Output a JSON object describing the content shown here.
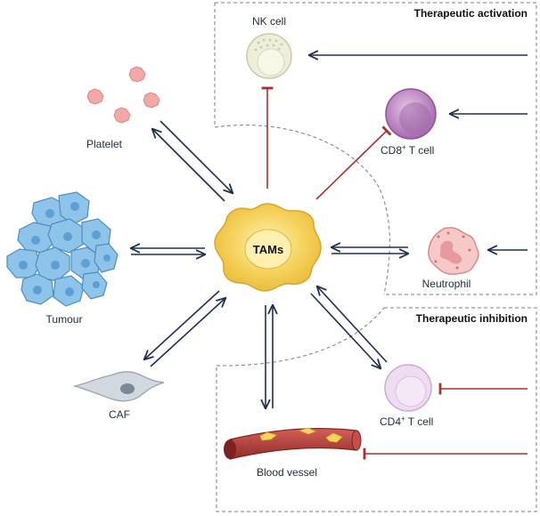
{
  "regions": {
    "activation_title": "Therapeutic activation",
    "inhibition_title": "Therapeutic inhibition"
  },
  "cells": {
    "tams": "TAMs",
    "nk": "NK cell",
    "cd8": "CD8",
    "cd8_sup": "+",
    "cd8_suffix": " T cell",
    "cd4": "CD4",
    "cd4_sup": "+",
    "cd4_suffix": " T cell",
    "neutrophil": "Neutrophil",
    "platelet": "Platelet",
    "tumour": "Tumour",
    "caf": "CAF",
    "vessel": "Blood vessel"
  },
  "colors": {
    "arrow_navy": "#1f3050",
    "inhibit_red": "#a8322d",
    "tam_yellow": "#f6d35f",
    "tumour_blue": "#8ec3ea",
    "platelet_pink": "#f3a8a8",
    "nk_cream": "#eeeed9",
    "cd8_purple": "#b27ab8",
    "cd4_lilac": "#eedcf0",
    "neutrophil_pink": "#f6c9c8",
    "caf_grey": "#d2d8df",
    "vessel_red": "#b23a36"
  }
}
